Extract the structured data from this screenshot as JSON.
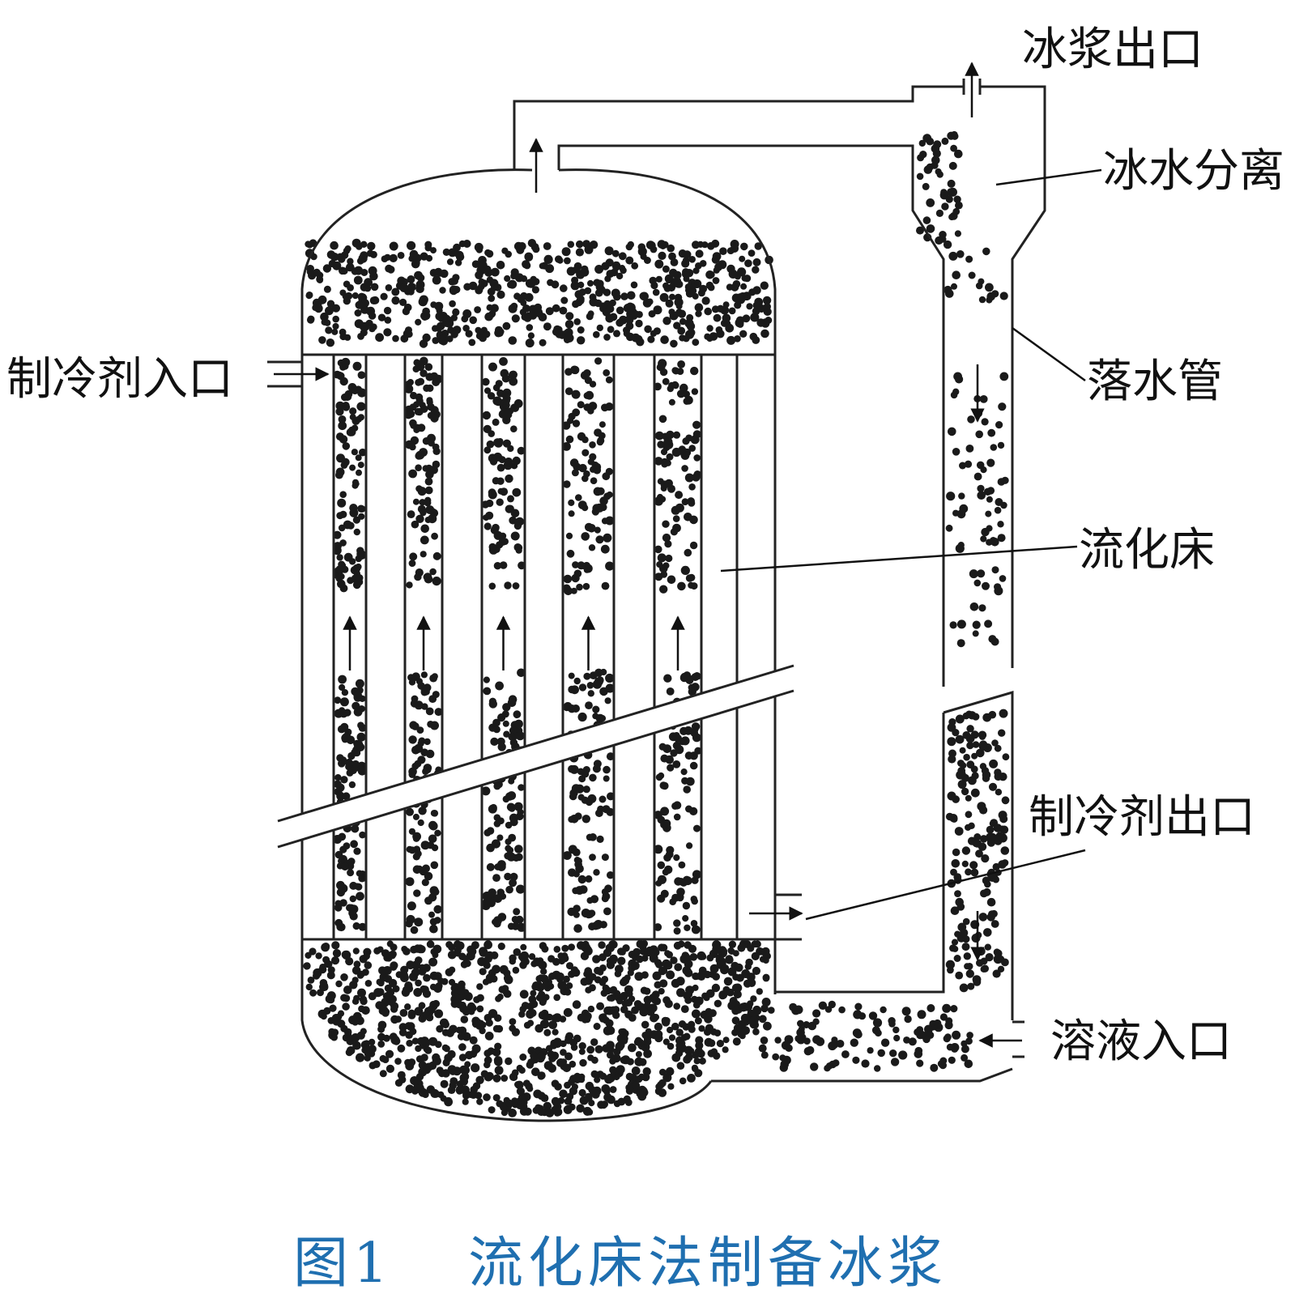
{
  "labels": {
    "slurry_outlet": "冰浆出口",
    "ice_water_separation": "冰水分离",
    "downcomer": "落水管",
    "fluidized_bed": "流化床",
    "refrigerant_inlet": "制冷剂入口",
    "refrigerant_outlet": "制冷剂出口",
    "solution_inlet": "溶液入口"
  },
  "caption": {
    "number": "图1",
    "title": "流化床法制备冰浆",
    "color": "#1f6fb0"
  },
  "colors": {
    "line": "#222222",
    "particle": "#1a1a1a"
  }
}
